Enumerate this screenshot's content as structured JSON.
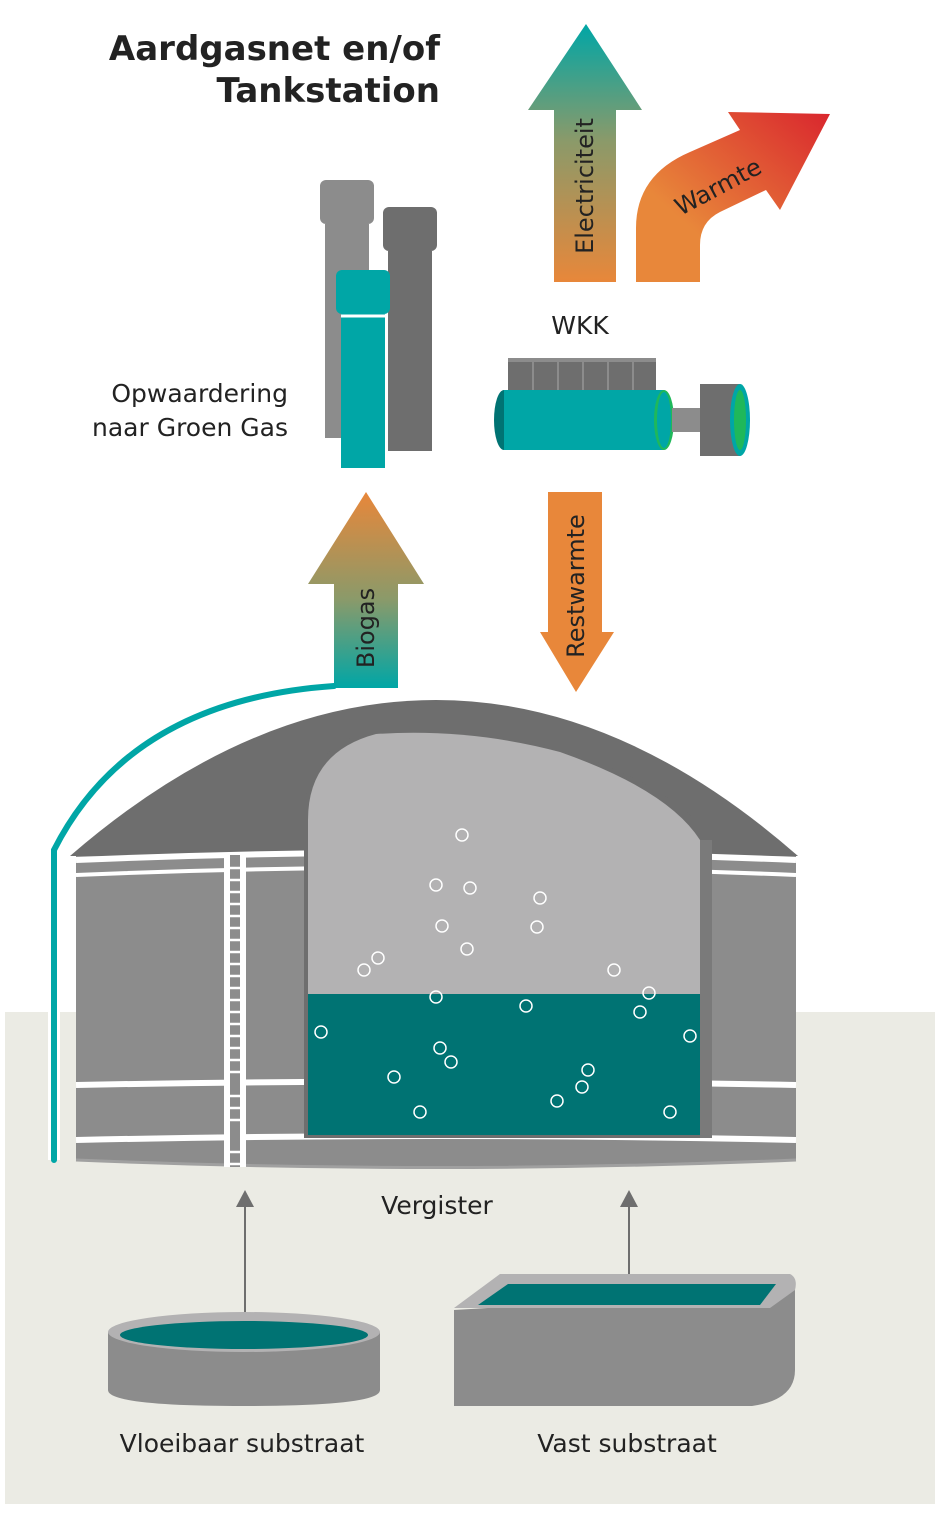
{
  "title": {
    "line1": "Aardgasnet en/of",
    "line2": "Tankstation"
  },
  "labels": {
    "upgrading_line1": "Opwaardering",
    "upgrading_line2": "naar Groen Gas",
    "chp": "WKK",
    "digester": "Vergister",
    "liquid_substrate": "Vloeibaar substraat",
    "solid_substrate": "Vast substraat"
  },
  "arrows": {
    "electricity": "Electriciteit",
    "heat": "Warmte",
    "residual_heat": "Restwarmte",
    "biogas": "Biogas"
  },
  "colors": {
    "teal": "#00a6a6",
    "teal_dark": "#007373",
    "orange": "#e8873a",
    "red": "#d9262e",
    "olive": "#8a9a6a",
    "gray_light": "#b3b2b3",
    "gray_mid": "#8c8c8c",
    "gray_dark": "#6e6e6e",
    "ground": "#ebebe4"
  }
}
